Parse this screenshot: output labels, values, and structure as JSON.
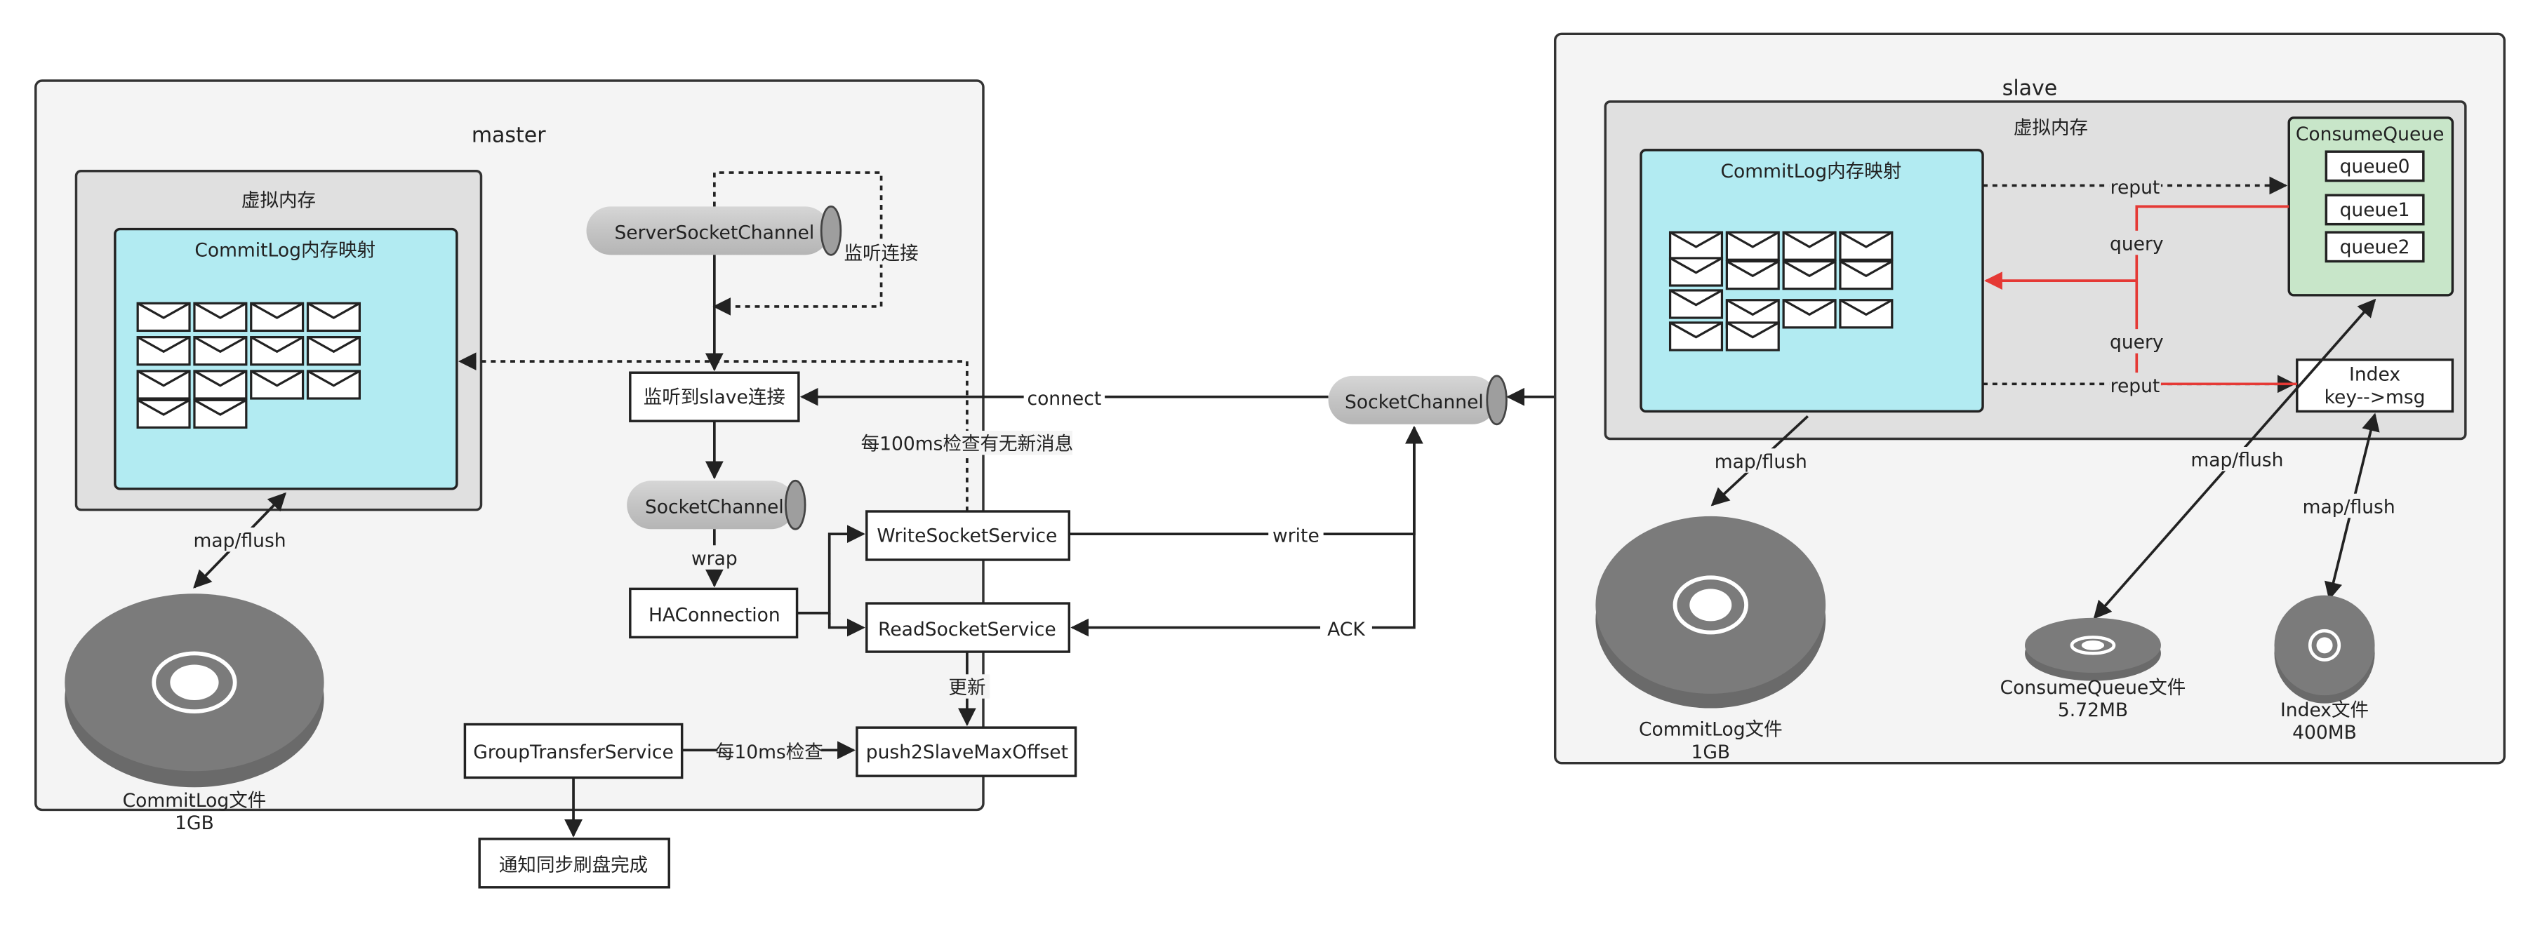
{
  "colors": {
    "accent_red": "#e53935",
    "cyan_region": "#b2ebf2",
    "green_queue": "#c8e6c9",
    "gray_region": "#e0e0e0",
    "panel": "#f4f4f4",
    "disk": "#777777"
  },
  "master": {
    "title": "master",
    "vm_label": "虚拟内存",
    "commitlog_mapping": "CommitLog内存映射",
    "map_flush": "map/flush",
    "disk_name": "CommitLog文件",
    "disk_size": "1GB",
    "server_socket": "ServerSocketChannel",
    "listen_label": "监听连接",
    "listen_slave": "监听到slave连接",
    "socket_channel": "SocketChannel",
    "wrap": "wrap",
    "haconnection": "HAConnection",
    "write_service": "WriteSocketService",
    "read_service": "ReadSocketService",
    "check_100ms": "每100ms检查有无新消息",
    "update": "更新",
    "push_offset": "push2SlaveMaxOffset",
    "group_transfer": "GroupTransferService",
    "check_10ms": "每10ms检查",
    "notify": "通知同步刷盘完成"
  },
  "links": {
    "connect": "connect",
    "write": "write",
    "ack": "ACK",
    "socket_channel": "SocketChannel"
  },
  "slave": {
    "title": "slave",
    "vm_label": "虚拟内存",
    "commitlog_mapping": "CommitLog内存映射",
    "consume_queue": "ConsumeQueue",
    "queues": [
      "queue0",
      "queue1",
      "queue2"
    ],
    "reput": "reput",
    "query": "query",
    "index_title": "Index",
    "index_sub": "key-->msg",
    "map_flush": "map/flush",
    "commitlog_disk_name": "CommitLog文件",
    "commitlog_disk_size": "1GB",
    "cq_disk_name": "ConsumeQueue文件",
    "cq_disk_size": "5.72MB",
    "index_disk_name": "Index文件",
    "index_disk_size": "400MB"
  }
}
